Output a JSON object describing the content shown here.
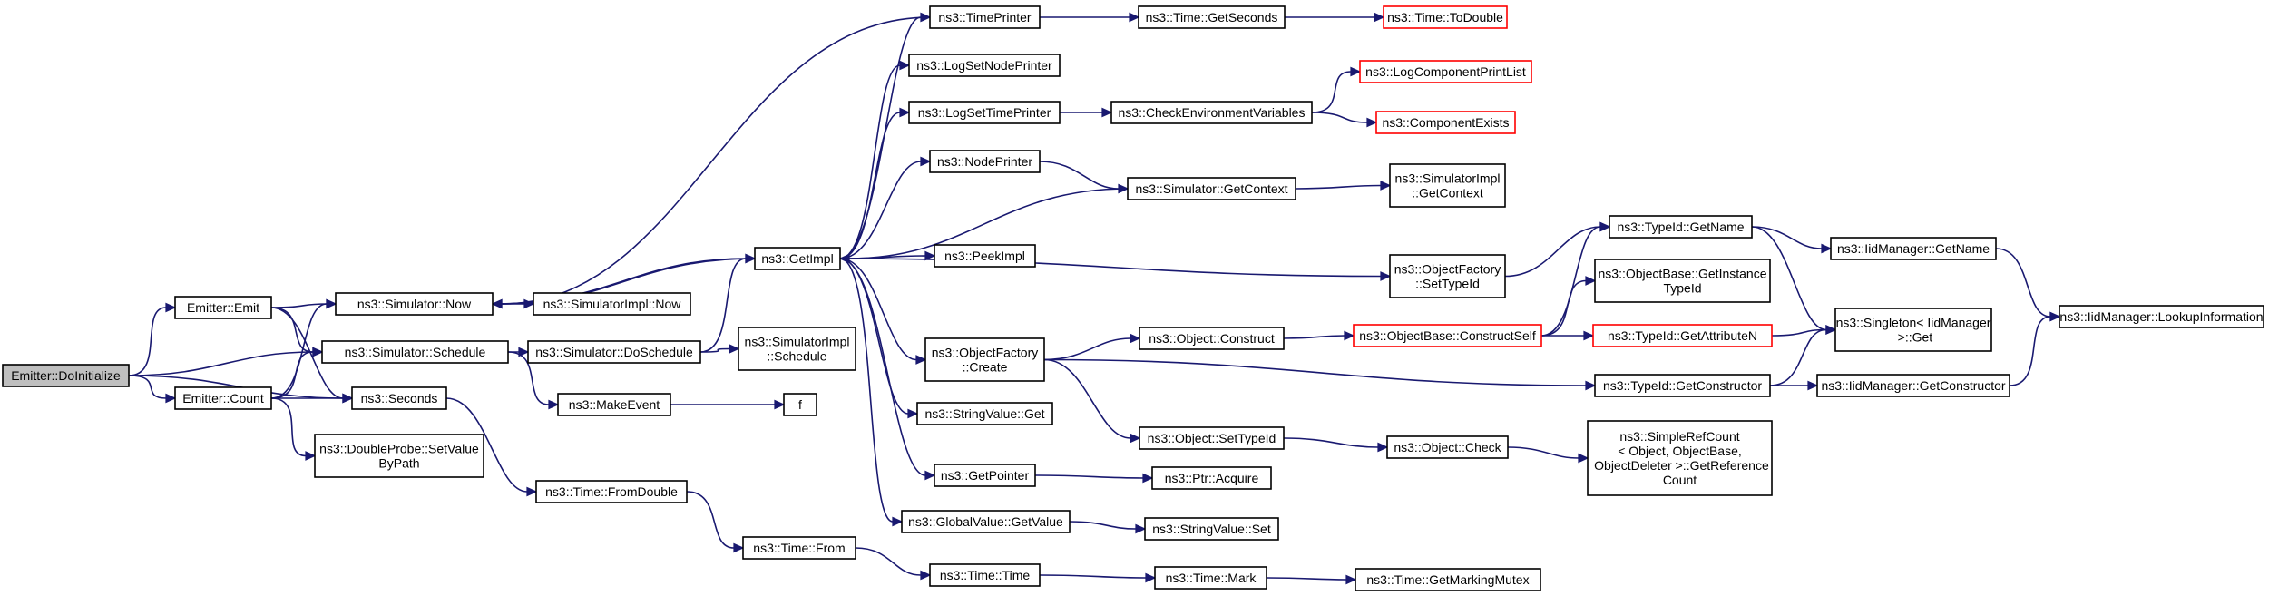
{
  "colors": {
    "edge": "#191970",
    "node_border": "#000000",
    "node_border_undocumented": "#ff0000",
    "root_fill": "#bfbfbf",
    "node_fill": "#ffffff"
  },
  "nodes": [
    {
      "id": "doinitialize",
      "label": "Emitter::DoInitialize",
      "kind": "root"
    },
    {
      "id": "emit",
      "label": "Emitter::Emit",
      "kind": "normal"
    },
    {
      "id": "count",
      "label": "Emitter::Count",
      "kind": "normal"
    },
    {
      "id": "sim_now",
      "label": "ns3::Simulator::Now",
      "kind": "normal"
    },
    {
      "id": "sim_schedule",
      "label": "ns3::Simulator::Schedule",
      "kind": "normal"
    },
    {
      "id": "seconds",
      "label": "ns3::Seconds",
      "kind": "normal"
    },
    {
      "id": "dp_setvalue",
      "label": "ns3::DoubleProbe::SetValue\nByPath",
      "kind": "normal"
    },
    {
      "id": "simimpl_now",
      "label": "ns3::SimulatorImpl::Now",
      "kind": "normal"
    },
    {
      "id": "sim_doschedule",
      "label": "ns3::Simulator::DoSchedule",
      "kind": "normal"
    },
    {
      "id": "makeevent",
      "label": "ns3::MakeEvent",
      "kind": "normal"
    },
    {
      "id": "time_fromdouble",
      "label": "ns3::Time::FromDouble",
      "kind": "normal"
    },
    {
      "id": "getimpl",
      "label": "ns3::GetImpl",
      "kind": "normal"
    },
    {
      "id": "simimpl_schedule",
      "label": "ns3::SimulatorImpl\n::Schedule",
      "kind": "normal"
    },
    {
      "id": "f",
      "label": "f",
      "kind": "normal"
    },
    {
      "id": "time_from",
      "label": "ns3::Time::From",
      "kind": "normal"
    },
    {
      "id": "timeprinter",
      "label": "ns3::TimePrinter",
      "kind": "normal"
    },
    {
      "id": "logsetnodeprinter",
      "label": "ns3::LogSetNodePrinter",
      "kind": "normal"
    },
    {
      "id": "logsettimeprinter",
      "label": "ns3::LogSetTimePrinter",
      "kind": "normal"
    },
    {
      "id": "nodeprinter",
      "label": "ns3::NodePrinter",
      "kind": "normal"
    },
    {
      "id": "peekimpl",
      "label": "ns3::PeekImpl",
      "kind": "normal"
    },
    {
      "id": "objfactory_create",
      "label": "ns3::ObjectFactory\n::Create",
      "kind": "normal"
    },
    {
      "id": "stringvalue_get",
      "label": "ns3::StringValue::Get",
      "kind": "normal"
    },
    {
      "id": "getpointer",
      "label": "ns3::GetPointer",
      "kind": "normal"
    },
    {
      "id": "globalvalue_getvalue",
      "label": "ns3::GlobalValue::GetValue",
      "kind": "normal"
    },
    {
      "id": "time_time",
      "label": "ns3::Time::Time",
      "kind": "normal"
    },
    {
      "id": "time_getseconds",
      "label": "ns3::Time::GetSeconds",
      "kind": "normal"
    },
    {
      "id": "checkenv",
      "label": "ns3::CheckEnvironmentVariables",
      "kind": "normal"
    },
    {
      "id": "sim_getcontext",
      "label": "ns3::Simulator::GetContext",
      "kind": "normal"
    },
    {
      "id": "object_construct",
      "label": "ns3::Object::Construct",
      "kind": "normal"
    },
    {
      "id": "object_settypeid",
      "label": "ns3::Object::SetTypeId",
      "kind": "normal"
    },
    {
      "id": "ptr_acquire",
      "label": "ns3::Ptr::Acquire",
      "kind": "normal"
    },
    {
      "id": "stringvalue_set",
      "label": "ns3::StringValue::Set",
      "kind": "normal"
    },
    {
      "id": "time_mark",
      "label": "ns3::Time::Mark",
      "kind": "normal"
    },
    {
      "id": "time_todouble",
      "label": "ns3::Time::ToDouble",
      "kind": "red"
    },
    {
      "id": "logcompprintlist",
      "label": "ns3::LogComponentPrintList",
      "kind": "red"
    },
    {
      "id": "componentexists",
      "label": "ns3::ComponentExists",
      "kind": "red"
    },
    {
      "id": "simimpl_getcontext",
      "label": "ns3::SimulatorImpl\n::GetContext",
      "kind": "normal"
    },
    {
      "id": "objfactory_settypeid",
      "label": "ns3::ObjectFactory\n::SetTypeId",
      "kind": "normal"
    },
    {
      "id": "objbase_constructself",
      "label": "ns3::ObjectBase::ConstructSelf",
      "kind": "red"
    },
    {
      "id": "typeid_getconstructor",
      "label": "ns3::TypeId::GetConstructor",
      "kind": "normal"
    },
    {
      "id": "object_check",
      "label": "ns3::Object::Check",
      "kind": "normal"
    },
    {
      "id": "time_getmarkingmutex",
      "label": "ns3::Time::GetMarkingMutex",
      "kind": "normal"
    },
    {
      "id": "typeid_getname",
      "label": "ns3::TypeId::GetName",
      "kind": "normal"
    },
    {
      "id": "objbase_getinstancetypeid",
      "label": "ns3::ObjectBase::GetInstance\nTypeId",
      "kind": "normal"
    },
    {
      "id": "typeid_getattributen",
      "label": "ns3::TypeId::GetAttributeN",
      "kind": "red"
    },
    {
      "id": "simplerefcount",
      "label": "ns3::SimpleRefCount\n< Object, ObjectBase,\n ObjectDeleter >::GetReference\nCount",
      "kind": "normal"
    },
    {
      "id": "iidmanager_getname",
      "label": "ns3::IidManager::GetName",
      "kind": "normal"
    },
    {
      "id": "singleton_get",
      "label": "ns3::Singleton< IidManager\n >::Get",
      "kind": "normal"
    },
    {
      "id": "iidmanager_getconstructor",
      "label": "ns3::IidManager::GetConstructor",
      "kind": "normal"
    },
    {
      "id": "iidmanager_lookupinfo",
      "label": "ns3::IidManager::LookupInformation",
      "kind": "normal"
    }
  ],
  "edges": [
    [
      "doinitialize",
      "emit"
    ],
    [
      "doinitialize",
      "sim_schedule"
    ],
    [
      "doinitialize",
      "count"
    ],
    [
      "doinitialize",
      "seconds"
    ],
    [
      "emit",
      "sim_now"
    ],
    [
      "emit",
      "sim_schedule"
    ],
    [
      "emit",
      "seconds"
    ],
    [
      "count",
      "sim_now"
    ],
    [
      "count",
      "sim_schedule"
    ],
    [
      "count",
      "seconds"
    ],
    [
      "count",
      "dp_setvalue"
    ],
    [
      "sim_now",
      "simimpl_now"
    ],
    [
      "sim_now",
      "getimpl"
    ],
    [
      "sim_schedule",
      "sim_doschedule"
    ],
    [
      "sim_schedule",
      "makeevent"
    ],
    [
      "seconds",
      "time_fromdouble"
    ],
    [
      "sim_doschedule",
      "getimpl"
    ],
    [
      "sim_doschedule",
      "simimpl_schedule"
    ],
    [
      "makeevent",
      "f"
    ],
    [
      "time_fromdouble",
      "time_from"
    ],
    [
      "time_from",
      "time_time"
    ],
    [
      "getimpl",
      "timeprinter"
    ],
    [
      "getimpl",
      "logsetnodeprinter"
    ],
    [
      "getimpl",
      "logsettimeprinter"
    ],
    [
      "getimpl",
      "nodeprinter"
    ],
    [
      "getimpl",
      "peekimpl"
    ],
    [
      "getimpl",
      "objfactory_settypeid"
    ],
    [
      "getimpl",
      "objfactory_create"
    ],
    [
      "getimpl",
      "stringvalue_get"
    ],
    [
      "getimpl",
      "getpointer"
    ],
    [
      "getimpl",
      "globalvalue_getvalue"
    ],
    [
      "getimpl",
      "sim_now"
    ],
    [
      "timeprinter",
      "sim_now"
    ],
    [
      "timeprinter",
      "time_getseconds"
    ],
    [
      "time_getseconds",
      "time_todouble"
    ],
    [
      "logsettimeprinter",
      "checkenv"
    ],
    [
      "checkenv",
      "logcompprintlist"
    ],
    [
      "checkenv",
      "componentexists"
    ],
    [
      "nodeprinter",
      "sim_getcontext"
    ],
    [
      "sim_getcontext",
      "getimpl"
    ],
    [
      "sim_getcontext",
      "simimpl_getcontext"
    ],
    [
      "objfactory_create",
      "object_construct"
    ],
    [
      "objfactory_create",
      "object_settypeid"
    ],
    [
      "objfactory_create",
      "typeid_getconstructor"
    ],
    [
      "getpointer",
      "ptr_acquire"
    ],
    [
      "globalvalue_getvalue",
      "stringvalue_set"
    ],
    [
      "time_time",
      "time_mark"
    ],
    [
      "time_mark",
      "time_getmarkingmutex"
    ],
    [
      "object_construct",
      "objbase_constructself"
    ],
    [
      "object_settypeid",
      "object_check"
    ],
    [
      "object_check",
      "simplerefcount"
    ],
    [
      "objfactory_settypeid",
      "typeid_getname"
    ],
    [
      "objbase_constructself",
      "typeid_getname"
    ],
    [
      "objbase_constructself",
      "objbase_getinstancetypeid"
    ],
    [
      "objbase_constructself",
      "typeid_getattributen"
    ],
    [
      "typeid_getattributen",
      "singleton_get"
    ],
    [
      "typeid_getconstructor",
      "singleton_get"
    ],
    [
      "typeid_getconstructor",
      "iidmanager_getconstructor"
    ],
    [
      "typeid_getname",
      "iidmanager_getname"
    ],
    [
      "typeid_getname",
      "singleton_get"
    ],
    [
      "iidmanager_getname",
      "iidmanager_lookupinfo"
    ],
    [
      "iidmanager_getconstructor",
      "iidmanager_lookupinfo"
    ]
  ]
}
